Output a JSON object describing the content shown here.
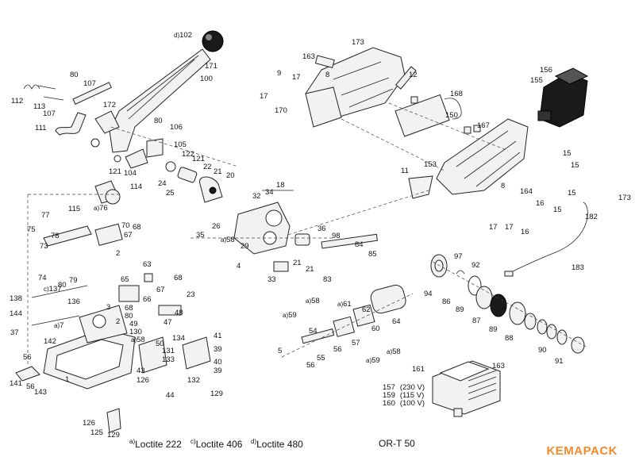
{
  "diagram": {
    "labels": [
      {
        "id": "102",
        "prefix": "d)"
      },
      {
        "id": "171"
      },
      {
        "id": "100"
      },
      {
        "id": "80"
      },
      {
        "id": "107"
      },
      {
        "id": "112"
      },
      {
        "id": "113"
      },
      {
        "id": "107b",
        "text": "107"
      },
      {
        "id": "172"
      },
      {
        "id": "111"
      },
      {
        "id": "80b",
        "text": "80"
      },
      {
        "id": "106"
      },
      {
        "id": "121"
      },
      {
        "id": "121b",
        "text": "121"
      },
      {
        "id": "104"
      },
      {
        "id": "105"
      },
      {
        "id": "122"
      },
      {
        "id": "121c",
        "text": "121"
      },
      {
        "id": "22"
      },
      {
        "id": "20"
      },
      {
        "id": "21"
      },
      {
        "id": "24"
      },
      {
        "id": "25"
      },
      {
        "id": "114"
      },
      {
        "id": "115"
      },
      {
        "id": "76",
        "prefix": "a)"
      },
      {
        "id": "77"
      },
      {
        "id": "75"
      },
      {
        "id": "78"
      },
      {
        "id": "73"
      },
      {
        "id": "70"
      },
      {
        "id": "68"
      },
      {
        "id": "67"
      },
      {
        "id": "2"
      },
      {
        "id": "74"
      },
      {
        "id": "80c",
        "text": "80"
      },
      {
        "id": "79"
      },
      {
        "id": "163"
      },
      {
        "id": "173"
      },
      {
        "id": "8"
      },
      {
        "id": "9"
      },
      {
        "id": "17"
      },
      {
        "id": "17b",
        "text": "17"
      },
      {
        "id": "170"
      },
      {
        "id": "12"
      },
      {
        "id": "168"
      },
      {
        "id": "156"
      },
      {
        "id": "155"
      },
      {
        "id": "150"
      },
      {
        "id": "167"
      },
      {
        "id": "15"
      },
      {
        "id": "15b",
        "text": "15"
      },
      {
        "id": "15c",
        "text": "15"
      },
      {
        "id": "15d",
        "text": "15"
      },
      {
        "id": "153"
      },
      {
        "id": "11"
      },
      {
        "id": "8b",
        "text": "8"
      },
      {
        "id": "164"
      },
      {
        "id": "16"
      },
      {
        "id": "16b",
        "text": "16"
      },
      {
        "id": "173b",
        "text": "173"
      },
      {
        "id": "182"
      },
      {
        "id": "17c",
        "text": "17"
      },
      {
        "id": "17d",
        "text": "17"
      },
      {
        "id": "183"
      },
      {
        "id": "18"
      },
      {
        "id": "34"
      },
      {
        "id": "32"
      },
      {
        "id": "26"
      },
      {
        "id": "35"
      },
      {
        "id": "58",
        "prefix": "a)"
      },
      {
        "id": "29"
      },
      {
        "id": "36"
      },
      {
        "id": "98"
      },
      {
        "id": "84"
      },
      {
        "id": "85"
      },
      {
        "id": "21b",
        "text": "21"
      },
      {
        "id": "21c",
        "text": "21"
      },
      {
        "id": "4"
      },
      {
        "id": "33"
      },
      {
        "id": "83"
      },
      {
        "id": "97"
      },
      {
        "id": "92"
      },
      {
        "id": "94"
      },
      {
        "id": "86"
      },
      {
        "id": "89"
      },
      {
        "id": "87"
      },
      {
        "id": "89b",
        "text": "89"
      },
      {
        "id": "88"
      },
      {
        "id": "90"
      },
      {
        "id": "91"
      },
      {
        "id": "63"
      },
      {
        "id": "65"
      },
      {
        "id": "67b",
        "text": "67"
      },
      {
        "id": "68b",
        "text": "68"
      },
      {
        "id": "23"
      },
      {
        "id": "138"
      },
      {
        "id": "137",
        "prefix": "c)"
      },
      {
        "id": "136"
      },
      {
        "id": "66"
      },
      {
        "id": "3"
      },
      {
        "id": "68c",
        "text": "68"
      },
      {
        "id": "80d",
        "text": "80"
      },
      {
        "id": "2b",
        "text": "2"
      },
      {
        "id": "58b",
        "text": "58",
        "prefix": "a)"
      },
      {
        "id": "49"
      },
      {
        "id": "130"
      },
      {
        "id": "47"
      },
      {
        "id": "48"
      },
      {
        "id": "144"
      },
      {
        "id": "7",
        "prefix": "a)"
      },
      {
        "id": "37"
      },
      {
        "id": "142"
      },
      {
        "id": "50"
      },
      {
        "id": "131"
      },
      {
        "id": "133"
      },
      {
        "id": "134"
      },
      {
        "id": "41"
      },
      {
        "id": "39"
      },
      {
        "id": "40"
      },
      {
        "id": "39b",
        "text": "39"
      },
      {
        "id": "56"
      },
      {
        "id": "141"
      },
      {
        "id": "56b",
        "text": "56"
      },
      {
        "id": "143"
      },
      {
        "id": "1"
      },
      {
        "id": "43"
      },
      {
        "id": "126"
      },
      {
        "id": "132"
      },
      {
        "id": "44"
      },
      {
        "id": "129"
      },
      {
        "id": "126b",
        "text": "126"
      },
      {
        "id": "125"
      },
      {
        "id": "129b",
        "text": "129"
      },
      {
        "id": "58c",
        "text": "58",
        "prefix": "a)"
      },
      {
        "id": "61",
        "prefix": "a)"
      },
      {
        "id": "59",
        "prefix": "a)"
      },
      {
        "id": "62"
      },
      {
        "id": "54"
      },
      {
        "id": "60"
      },
      {
        "id": "64"
      },
      {
        "id": "57"
      },
      {
        "id": "56c",
        "text": "56"
      },
      {
        "id": "58d",
        "text": "58",
        "prefix": "a)"
      },
      {
        "id": "5"
      },
      {
        "id": "55"
      },
      {
        "id": "56d",
        "text": "56"
      },
      {
        "id": "59b",
        "text": "59",
        "prefix": "a)"
      },
      {
        "id": "161"
      },
      {
        "id": "163b",
        "text": "163"
      },
      {
        "id": "157"
      },
      {
        "id": "159"
      },
      {
        "id": "160"
      }
    ],
    "charger_voltages": [
      {
        "part": "157",
        "voltage": "(230 V)"
      },
      {
        "part": "159",
        "voltage": "(115 V)"
      },
      {
        "part": "160",
        "voltage": "(100 V)"
      }
    ]
  },
  "legend": {
    "a_marker": "a)",
    "a_text": "Loctite 222",
    "c_marker": "c)",
    "c_text": "Loctite 406",
    "d_marker": "d)",
    "d_text": "Loctite 480"
  },
  "model": "OR-T 50",
  "brand": "KEMAPACK",
  "colors": {
    "brand": "#f28c28",
    "ink": "#111111"
  }
}
